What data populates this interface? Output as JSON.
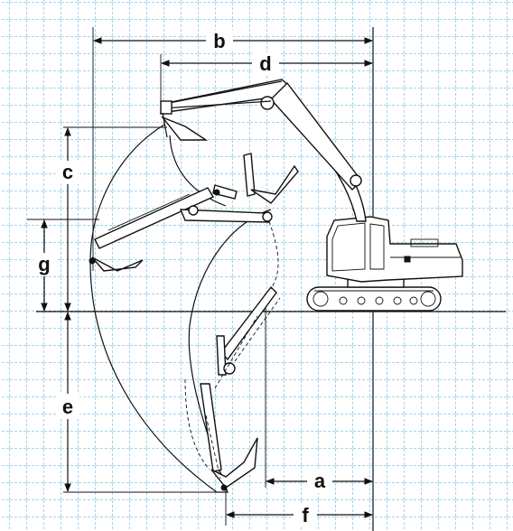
{
  "colors": {
    "background": "#ffffff",
    "grid": "#4aa9d8",
    "linework": "#111111"
  },
  "labels": {
    "a": "a",
    "b": "b",
    "c": "c",
    "d": "d",
    "e": "e",
    "f": "f",
    "g": "g"
  }
}
